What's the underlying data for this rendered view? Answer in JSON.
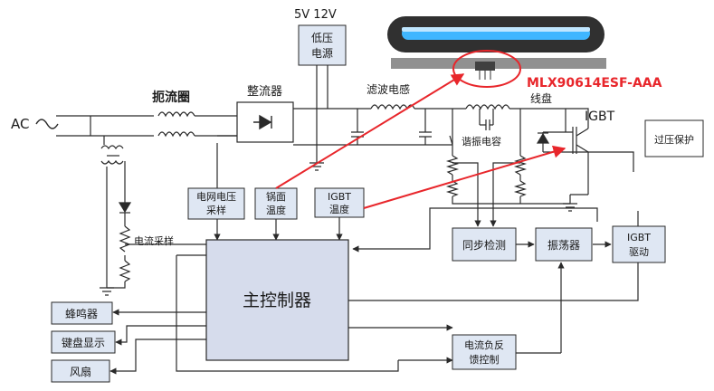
{
  "labels": {
    "ac": "AC",
    "v5v12": "5V 12V",
    "low_power": [
      "低压",
      "电源"
    ],
    "choke": "扼流圈",
    "rectifier": "整流器",
    "filter_inductor": "滤波电感",
    "coil": "线盘",
    "igbt": "IGBT",
    "sensor": "MLX90614ESF-AAA",
    "resonant_cap": "谐振电容",
    "overvoltage": "过压保护",
    "grid_voltage": [
      "电网电压",
      "采样"
    ],
    "pot_temp": [
      "锅面",
      "温度"
    ],
    "igbt_temp": [
      "IGBT",
      "温度"
    ],
    "current_sample": "电流采样",
    "sync_detect": "同步检测",
    "oscillator": "振荡器",
    "igbt_drive": [
      "IGBT",
      "驱动"
    ],
    "main_controller": "主控制器",
    "buzzer": "蜂鸣器",
    "keypad": "键盘显示",
    "fan": "风扇",
    "current_feedback": [
      "电流负反",
      "馈控制"
    ]
  },
  "colors": {
    "sensor_text": "#e8262b",
    "arrow": "#e8262b",
    "coil_blue": "#3fb6ff",
    "coil_dark": "#303030",
    "box_fill": "#dfe7f3",
    "main_fill": "#d6dcec",
    "line": "#2a2a2a"
  }
}
